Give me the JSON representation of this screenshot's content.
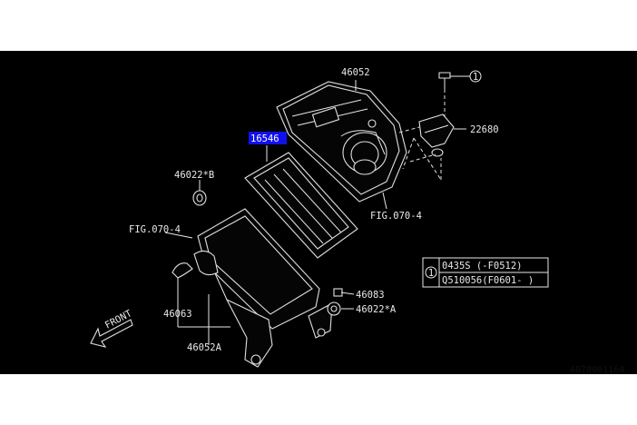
{
  "labels": {
    "p46052": "46052",
    "p22680": "22680",
    "p16546": "16546",
    "p46022b": "46022*B",
    "fig_upper": "FIG.070-4",
    "fig_left": "FIG.070-4",
    "p46083": "46083",
    "p46022a": "46022*A",
    "p46063": "46063",
    "p46052a": "46052A",
    "front": "FRONT",
    "callout": "1"
  },
  "table": {
    "ref": "1",
    "rows": [
      "0435S (-F0512)",
      "Q510056(F0601- )"
    ]
  },
  "doc_id": "A070001164",
  "colors": {
    "background": "#000000",
    "line": "#e8e8e8",
    "highlight": "#1010ee"
  }
}
